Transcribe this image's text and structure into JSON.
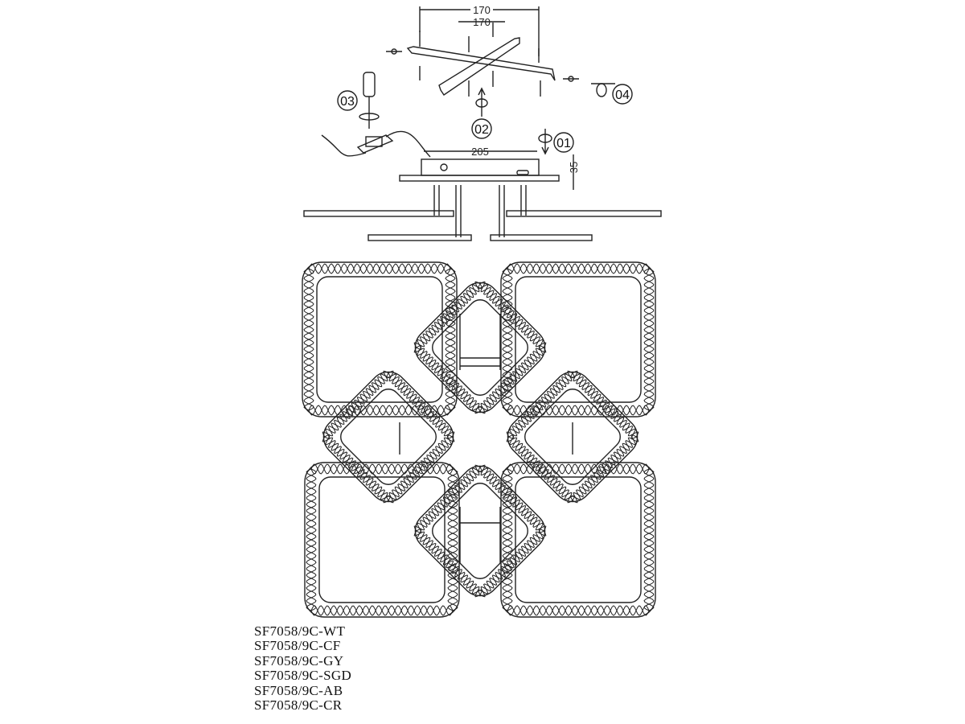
{
  "dimensions": {
    "outer_span": "170",
    "inner_span": "170",
    "base_width": "205",
    "base_height": "35"
  },
  "steps": [
    "01",
    "02",
    "03",
    "04"
  ],
  "models": [
    "SF7058/9C-WT",
    "SF7058/9C-CF",
    "SF7058/9C-GY",
    "SF7058/9C-SGD",
    "SF7058/9C-AB",
    "SF7058/9C-CR"
  ],
  "colors": {
    "line": "#222222",
    "background": "#ffffff"
  }
}
